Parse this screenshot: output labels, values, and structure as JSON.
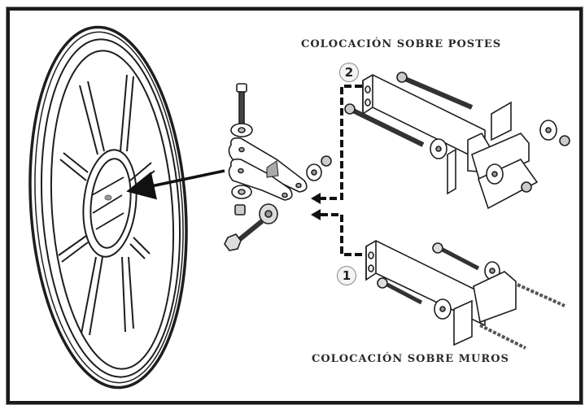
{
  "diagram": {
    "type": "assembly-instructions",
    "frame_color": "#1a1a1a",
    "line_color": "#1e1e1e",
    "labels": {
      "posts_title": "COLOCACIÓN SOBRE POSTES",
      "walls_title": "COLOCACIÓN SOBRE MUROS"
    },
    "options": [
      {
        "number": "2",
        "name": "Colocación sobre postes",
        "parts": [
          "bracket-arm",
          "long-bolt",
          "long-bolt",
          "u-clamp",
          "u-clamp",
          "washer",
          "washer",
          "nut",
          "nut"
        ]
      },
      {
        "number": "1",
        "name": "Colocación sobre muros",
        "parts": [
          "bracket-arm",
          "lag-screw",
          "lag-screw",
          "wall-plate",
          "washer",
          "washer",
          "wall-plug",
          "wall-plug"
        ]
      }
    ],
    "components": {
      "mirror": "round-convex-mirror",
      "hinge_assembly": [
        "bolt",
        "washer",
        "hinge-plate",
        "hinge-plate",
        "washer",
        "nut",
        "bolt",
        "washer",
        "washer",
        "nut"
      ]
    },
    "connectors": [
      {
        "from": "hinge-assembly",
        "to": "mirror-back",
        "style": "solid-arrow"
      },
      {
        "from": "option-2",
        "to": "hinge-assembly",
        "style": "dashed-arrow"
      },
      {
        "from": "option-1",
        "to": "hinge-assembly",
        "style": "dashed-arrow"
      }
    ]
  }
}
